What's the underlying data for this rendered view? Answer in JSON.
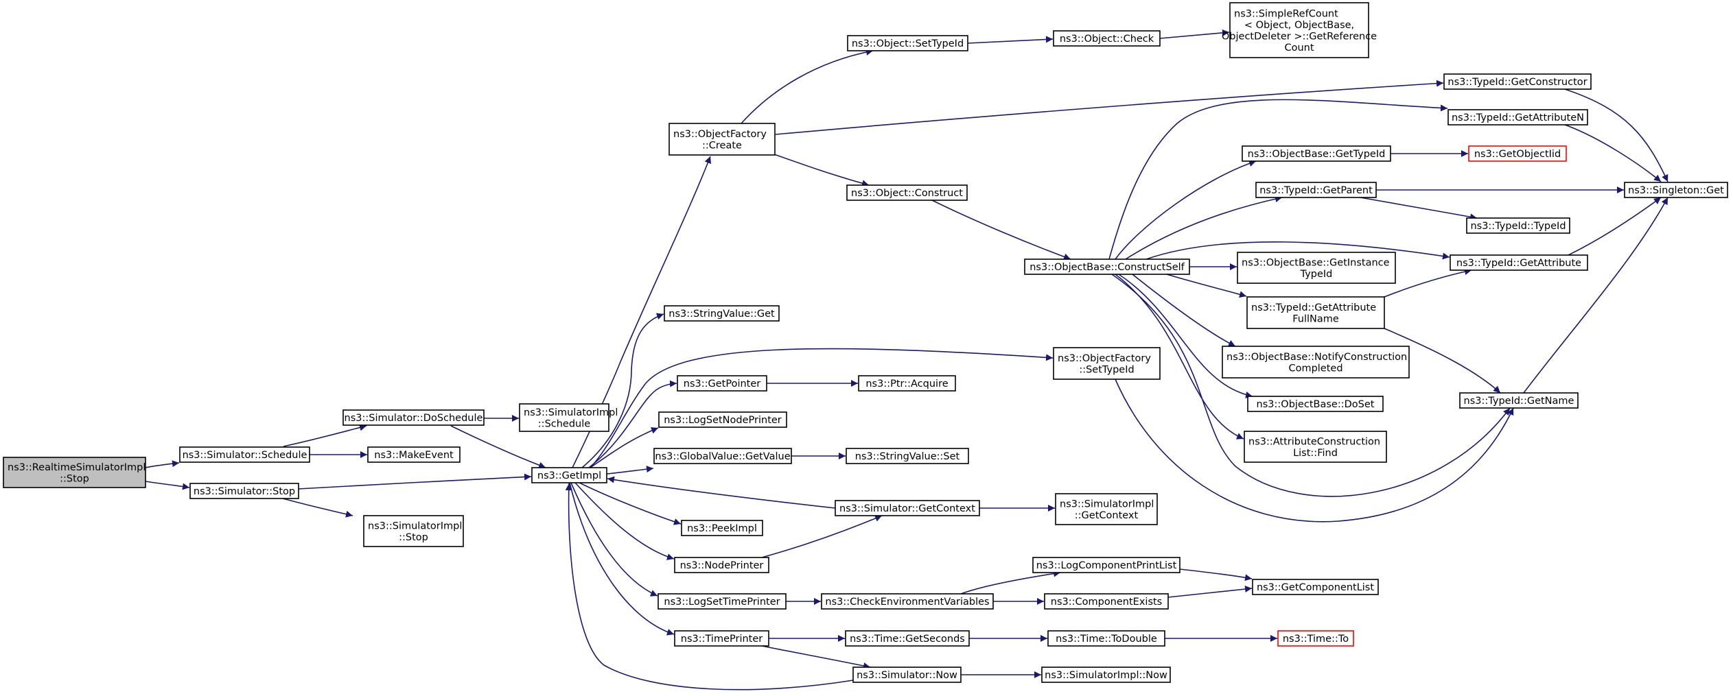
{
  "nodes": [
    {
      "id": "root",
      "lines": [
        "ns3::RealtimeSimulatorImpl",
        "::Stop"
      ],
      "root": true
    },
    {
      "id": "sim_schedule",
      "lines": [
        "ns3::Simulator::Schedule"
      ]
    },
    {
      "id": "sim_stop",
      "lines": [
        "ns3::Simulator::Stop"
      ]
    },
    {
      "id": "sim_doschedule",
      "lines": [
        "ns3::Simulator::DoSchedule"
      ]
    },
    {
      "id": "makeevent",
      "lines": [
        "ns3::MakeEvent"
      ]
    },
    {
      "id": "simimpl_schedule",
      "lines": [
        "ns3::SimulatorImpl",
        "::Schedule"
      ]
    },
    {
      "id": "getimpl",
      "lines": [
        "ns3::GetImpl"
      ]
    },
    {
      "id": "simimpl_stop",
      "lines": [
        "ns3::SimulatorImpl",
        "::Stop"
      ]
    },
    {
      "id": "of_create",
      "lines": [
        "ns3::ObjectFactory",
        "::Create"
      ]
    },
    {
      "id": "stringvalue_get",
      "lines": [
        "ns3::StringValue::Get"
      ]
    },
    {
      "id": "getpointer",
      "lines": [
        "ns3::GetPointer"
      ]
    },
    {
      "id": "logsetnodeprinter",
      "lines": [
        "ns3::LogSetNodePrinter"
      ]
    },
    {
      "id": "globalvalue_getvalue",
      "lines": [
        "ns3::GlobalValue::GetValue"
      ]
    },
    {
      "id": "peekimpl",
      "lines": [
        "ns3::PeekImpl"
      ]
    },
    {
      "id": "nodeprinter",
      "lines": [
        "ns3::NodePrinter"
      ]
    },
    {
      "id": "logsettimeprinter",
      "lines": [
        "ns3::LogSetTimePrinter"
      ]
    },
    {
      "id": "timeprinter",
      "lines": [
        "ns3::TimePrinter"
      ]
    },
    {
      "id": "object_settypeid",
      "lines": [
        "ns3::Object::SetTypeId"
      ]
    },
    {
      "id": "object_construct",
      "lines": [
        "ns3::Object::Construct"
      ]
    },
    {
      "id": "ptr_acquire",
      "lines": [
        "ns3::Ptr::Acquire"
      ]
    },
    {
      "id": "stringvalue_set",
      "lines": [
        "ns3::StringValue::Set"
      ]
    },
    {
      "id": "sim_getcontext",
      "lines": [
        "ns3::Simulator::GetContext"
      ]
    },
    {
      "id": "checkenv",
      "lines": [
        "ns3::CheckEnvironmentVariables"
      ]
    },
    {
      "id": "time_getseconds",
      "lines": [
        "ns3::Time::GetSeconds"
      ]
    },
    {
      "id": "sim_now",
      "lines": [
        "ns3::Simulator::Now"
      ]
    },
    {
      "id": "object_check",
      "lines": [
        "ns3::Object::Check"
      ]
    },
    {
      "id": "objbase_constructself",
      "lines": [
        "ns3::ObjectBase::ConstructSelf"
      ]
    },
    {
      "id": "of_settypeid",
      "lines": [
        "ns3::ObjectFactory",
        "::SetTypeId"
      ]
    },
    {
      "id": "simimpl_getcontext",
      "lines": [
        "ns3::SimulatorImpl",
        "::GetContext"
      ]
    },
    {
      "id": "logcomponentprintlist",
      "lines": [
        "ns3::LogComponentPrintList"
      ]
    },
    {
      "id": "componentexists",
      "lines": [
        "ns3::ComponentExists"
      ]
    },
    {
      "id": "time_todouble",
      "lines": [
        "ns3::Time::ToDouble"
      ]
    },
    {
      "id": "simimpl_now",
      "lines": [
        "ns3::SimulatorImpl::Now"
      ]
    },
    {
      "id": "simplerefcount",
      "lines": [
        "ns3::SimpleRefCount",
        "< Object, ObjectBase,",
        " ObjectDeleter >::GetReference",
        "Count"
      ]
    },
    {
      "id": "objbase_gettypeid",
      "lines": [
        "ns3::ObjectBase::GetTypeId"
      ]
    },
    {
      "id": "typeid_getparent",
      "lines": [
        "ns3::TypeId::GetParent"
      ]
    },
    {
      "id": "objbase_getinstancetypeid",
      "lines": [
        "ns3::ObjectBase::GetInstance",
        "TypeId"
      ]
    },
    {
      "id": "typeid_getattributefullname",
      "lines": [
        "ns3::TypeId::GetAttribute",
        "FullName"
      ]
    },
    {
      "id": "objbase_notifyconstruction",
      "lines": [
        "ns3::ObjectBase::NotifyConstruction",
        "Completed"
      ]
    },
    {
      "id": "objbase_doset",
      "lines": [
        "ns3::ObjectBase::DoSet"
      ]
    },
    {
      "id": "attrconstructionlist_find",
      "lines": [
        "ns3::AttributeConstruction",
        "List::Find"
      ]
    },
    {
      "id": "getcomponentlist",
      "lines": [
        "ns3::GetComponentList"
      ]
    },
    {
      "id": "time_to",
      "lines": [
        "ns3::Time::To"
      ],
      "missing": true
    },
    {
      "id": "typeid_getconstructor",
      "lines": [
        "ns3::TypeId::GetConstructor"
      ]
    },
    {
      "id": "typeid_getattributen",
      "lines": [
        "ns3::TypeId::GetAttributeN"
      ]
    },
    {
      "id": "getobjectiid",
      "lines": [
        "ns3::GetObjectIid"
      ],
      "missing": true
    },
    {
      "id": "typeid_typeid",
      "lines": [
        "ns3::TypeId::TypeId"
      ]
    },
    {
      "id": "typeid_getattribute",
      "lines": [
        "ns3::TypeId::GetAttribute"
      ]
    },
    {
      "id": "typeid_getname",
      "lines": [
        "ns3::TypeId::GetName"
      ]
    },
    {
      "id": "singleton_get",
      "lines": [
        "ns3::Singleton::Get"
      ]
    }
  ],
  "edges": [
    [
      "root",
      "sim_schedule"
    ],
    [
      "root",
      "sim_stop"
    ],
    [
      "sim_schedule",
      "sim_doschedule"
    ],
    [
      "sim_schedule",
      "makeevent"
    ],
    [
      "sim_doschedule",
      "simimpl_schedule"
    ],
    [
      "sim_doschedule",
      "getimpl"
    ],
    [
      "sim_stop",
      "getimpl"
    ],
    [
      "sim_stop",
      "simimpl_stop"
    ],
    [
      "getimpl",
      "of_create"
    ],
    [
      "getimpl",
      "stringvalue_get"
    ],
    [
      "getimpl",
      "of_settypeid"
    ],
    [
      "getimpl",
      "getpointer"
    ],
    [
      "getimpl",
      "logsetnodeprinter"
    ],
    [
      "getimpl",
      "globalvalue_getvalue"
    ],
    [
      "getimpl",
      "peekimpl"
    ],
    [
      "getimpl",
      "nodeprinter"
    ],
    [
      "getimpl",
      "logsettimeprinter"
    ],
    [
      "getimpl",
      "timeprinter"
    ],
    [
      "of_create",
      "object_settypeid"
    ],
    [
      "of_create",
      "typeid_getconstructor"
    ],
    [
      "of_create",
      "object_construct"
    ],
    [
      "object_settypeid",
      "object_check"
    ],
    [
      "object_check",
      "simplerefcount"
    ],
    [
      "object_construct",
      "objbase_constructself"
    ],
    [
      "objbase_constructself",
      "objbase_gettypeid"
    ],
    [
      "objbase_constructself",
      "typeid_getattributen"
    ],
    [
      "objbase_constructself",
      "typeid_getparent"
    ],
    [
      "objbase_constructself",
      "typeid_getattribute"
    ],
    [
      "objbase_constructself",
      "objbase_getinstancetypeid"
    ],
    [
      "objbase_constructself",
      "typeid_getattributefullname"
    ],
    [
      "objbase_constructself",
      "objbase_notifyconstruction"
    ],
    [
      "objbase_constructself",
      "objbase_doset"
    ],
    [
      "objbase_constructself",
      "attrconstructionlist_find"
    ],
    [
      "objbase_constructself",
      "typeid_getname"
    ],
    [
      "objbase_gettypeid",
      "getobjectiid"
    ],
    [
      "typeid_getparent",
      "singleton_get"
    ],
    [
      "typeid_getparent",
      "typeid_typeid"
    ],
    [
      "typeid_getattributefullname",
      "typeid_getattribute"
    ],
    [
      "typeid_getattributefullname",
      "typeid_getname"
    ],
    [
      "typeid_getconstructor",
      "singleton_get"
    ],
    [
      "typeid_getattributen",
      "singleton_get"
    ],
    [
      "typeid_getattribute",
      "singleton_get"
    ],
    [
      "typeid_getname",
      "singleton_get"
    ],
    [
      "of_settypeid",
      "typeid_getname"
    ],
    [
      "getpointer",
      "ptr_acquire"
    ],
    [
      "globalvalue_getvalue",
      "stringvalue_set"
    ],
    [
      "sim_getcontext",
      "getimpl"
    ],
    [
      "sim_getcontext",
      "simimpl_getcontext"
    ],
    [
      "nodeprinter",
      "sim_getcontext"
    ],
    [
      "logsettimeprinter",
      "checkenv"
    ],
    [
      "checkenv",
      "logcomponentprintlist"
    ],
    [
      "checkenv",
      "componentexists"
    ],
    [
      "logcomponentprintlist",
      "getcomponentlist"
    ],
    [
      "componentexists",
      "getcomponentlist"
    ],
    [
      "timeprinter",
      "time_getseconds"
    ],
    [
      "timeprinter",
      "sim_now"
    ],
    [
      "time_getseconds",
      "time_todouble"
    ],
    [
      "time_todouble",
      "time_to"
    ],
    [
      "sim_now",
      "getimpl"
    ],
    [
      "sim_now",
      "simimpl_now"
    ]
  ],
  "colors": {
    "edge": "#191970",
    "node_border": "#000000",
    "node_fill": "#ffffff",
    "root_fill": "#bfbfbf",
    "missing_border": "#ff0000"
  }
}
